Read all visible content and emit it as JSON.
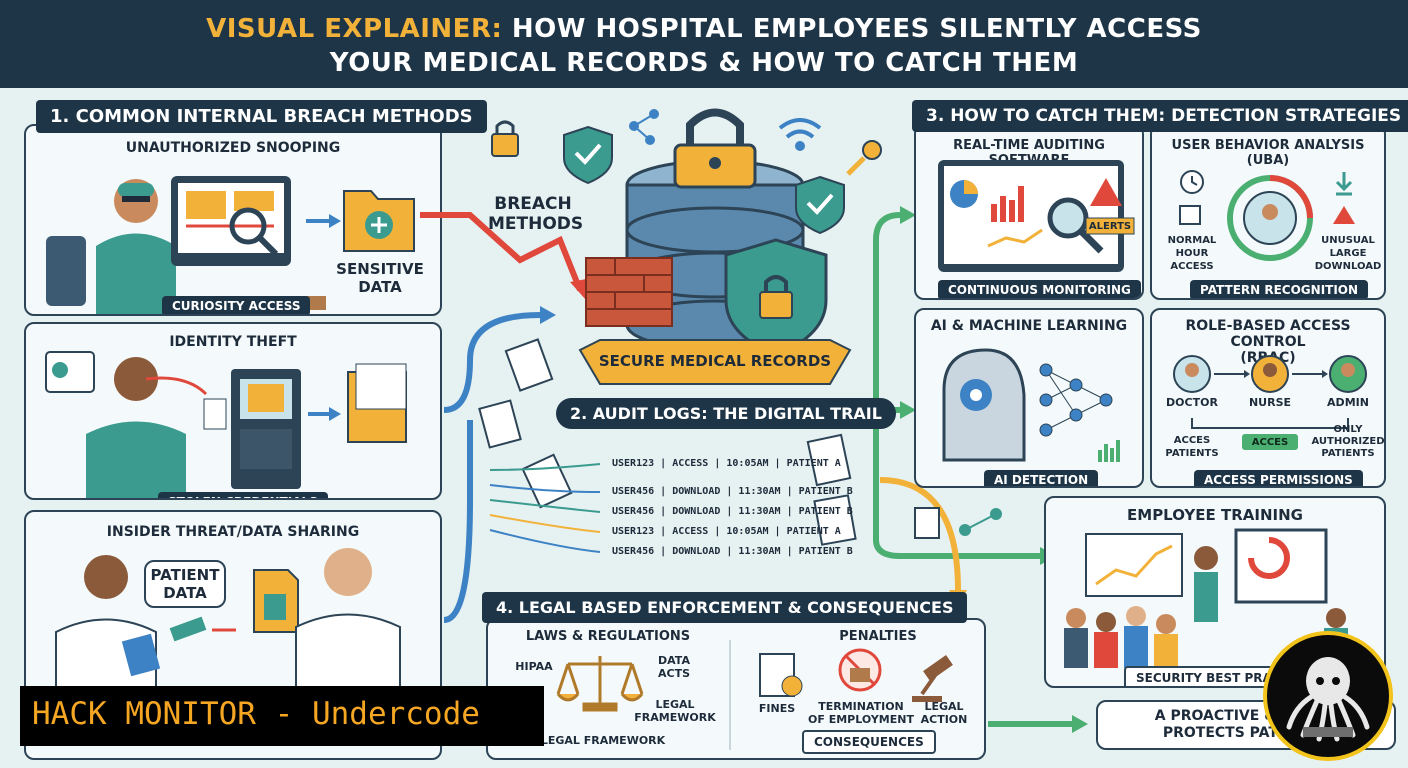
{
  "title": {
    "line1_accent": "VISUAL EXPLAINER:",
    "line1_rest": " HOW HOSPITAL EMPLOYEES SILENTLY ACCESS",
    "line2": "YOUR MEDICAL RECORDS & HOW TO CATCH THEM"
  },
  "section1": {
    "header": "1. COMMON INTERNAL BREACH METHODS",
    "snooping": {
      "title": "UNAUTHORIZED SNOOPING",
      "pill": "CURIOSITY ACCESS",
      "data_label_1": "SENSITIVE",
      "data_label_2": "DATA"
    },
    "identity": {
      "title": "IDENTITY THEFT",
      "pill": "STOLEN CREDENTIALS"
    },
    "insider": {
      "title": "INSIDER THREAT/DATA SHARING",
      "bubble_1": "PATIENT",
      "bubble_2": "DATA"
    }
  },
  "center": {
    "breach_1": "BREACH",
    "breach_2": "METHODS",
    "banner": "SECURE MEDICAL RECORDS",
    "audit_header": "2. AUDIT LOGS: THE DIGITAL TRAIL",
    "logs": [
      "USER123 | ACCESS | 10:05AM | PATIENT A",
      "USER456 | DOWNLOAD | 11:30AM | PATIENT B",
      "USER456 | DOWNLOAD | 11:30AM | PATIENT B",
      "USER123 | ACCESS | 10:05AM | PATIENT A",
      "USER456 | DOWNLOAD | 11:30AM | PATIENT B"
    ]
  },
  "section3": {
    "header": "3. HOW TO CATCH THEM: DETECTION STRATEGIES",
    "auditing": {
      "title": "REAL-TIME AUDITING SOFTWARE",
      "alerts": "ALERTS",
      "pill": "CONTINUOUS MONITORING"
    },
    "uba": {
      "title": "USER BEHAVIOR ANALYSIS (UBA)",
      "normal_1": "NORMAL",
      "normal_2": "HOUR",
      "normal_3": "ACCESS",
      "unusual_1": "UNUSUAL",
      "unusual_2": "LARGE",
      "unusual_3": "DOWNLOAD",
      "pill": "PATTERN RECOGNITION"
    },
    "ai": {
      "title": "AI & MACHINE LEARNING",
      "pill": "AI DETECTION"
    },
    "rbac": {
      "title_1": "ROLE-BASED ACCESS CONTROL",
      "title_2": "(RBAC)",
      "doctor": "DOCTOR",
      "nurse": "NURSE",
      "admin": "ADMIN",
      "acces_patients_1": "ACCES",
      "acces_patients_2": "PATIENTS",
      "acces": "ACCES",
      "only_1": "ONLY",
      "only_2": "AUTHORIZED",
      "only_3": "PATIENTS",
      "pill": "ACCESS PERMISSIONS"
    },
    "training": {
      "title": "EMPLOYEE TRAINING",
      "pill": "SECURITY BEST PRAC"
    }
  },
  "section4": {
    "header": "4. LEGAL BASED ENFORCEMENT & CONSEQUENCES",
    "laws": {
      "title": "LAWS & REGULATIONS",
      "hipaa": "HIPAA",
      "data_acts_1": "DATA",
      "data_acts_2": "ACTS",
      "legal_fw_1": "LEGAL",
      "legal_fw_2": "FRAMEWORK",
      "bottom": "LEGAL FRAMEWORK"
    },
    "penalties": {
      "title": "PENALTIES",
      "fines": "FINES",
      "termination_1": "TERMINATION",
      "termination_2": "OF EMPLOYMENT",
      "legal_action_1": "LEGAL",
      "legal_action_2": "ACTION",
      "pill": "CONSEQUENCES"
    }
  },
  "footer": {
    "proactive_1": "A PROACTIVE & COMPE",
    "proactive_2": "PROTECTS PATIENT P"
  },
  "watermark": "HACK MONITOR - Undercode",
  "colors": {
    "navy": "#1e3547",
    "accent": "#f2b23a",
    "background": "#e6f1f2",
    "teal": "#3a9b8e",
    "red": "#e0483c",
    "blue": "#3c82c4",
    "green": "#4caf72"
  }
}
